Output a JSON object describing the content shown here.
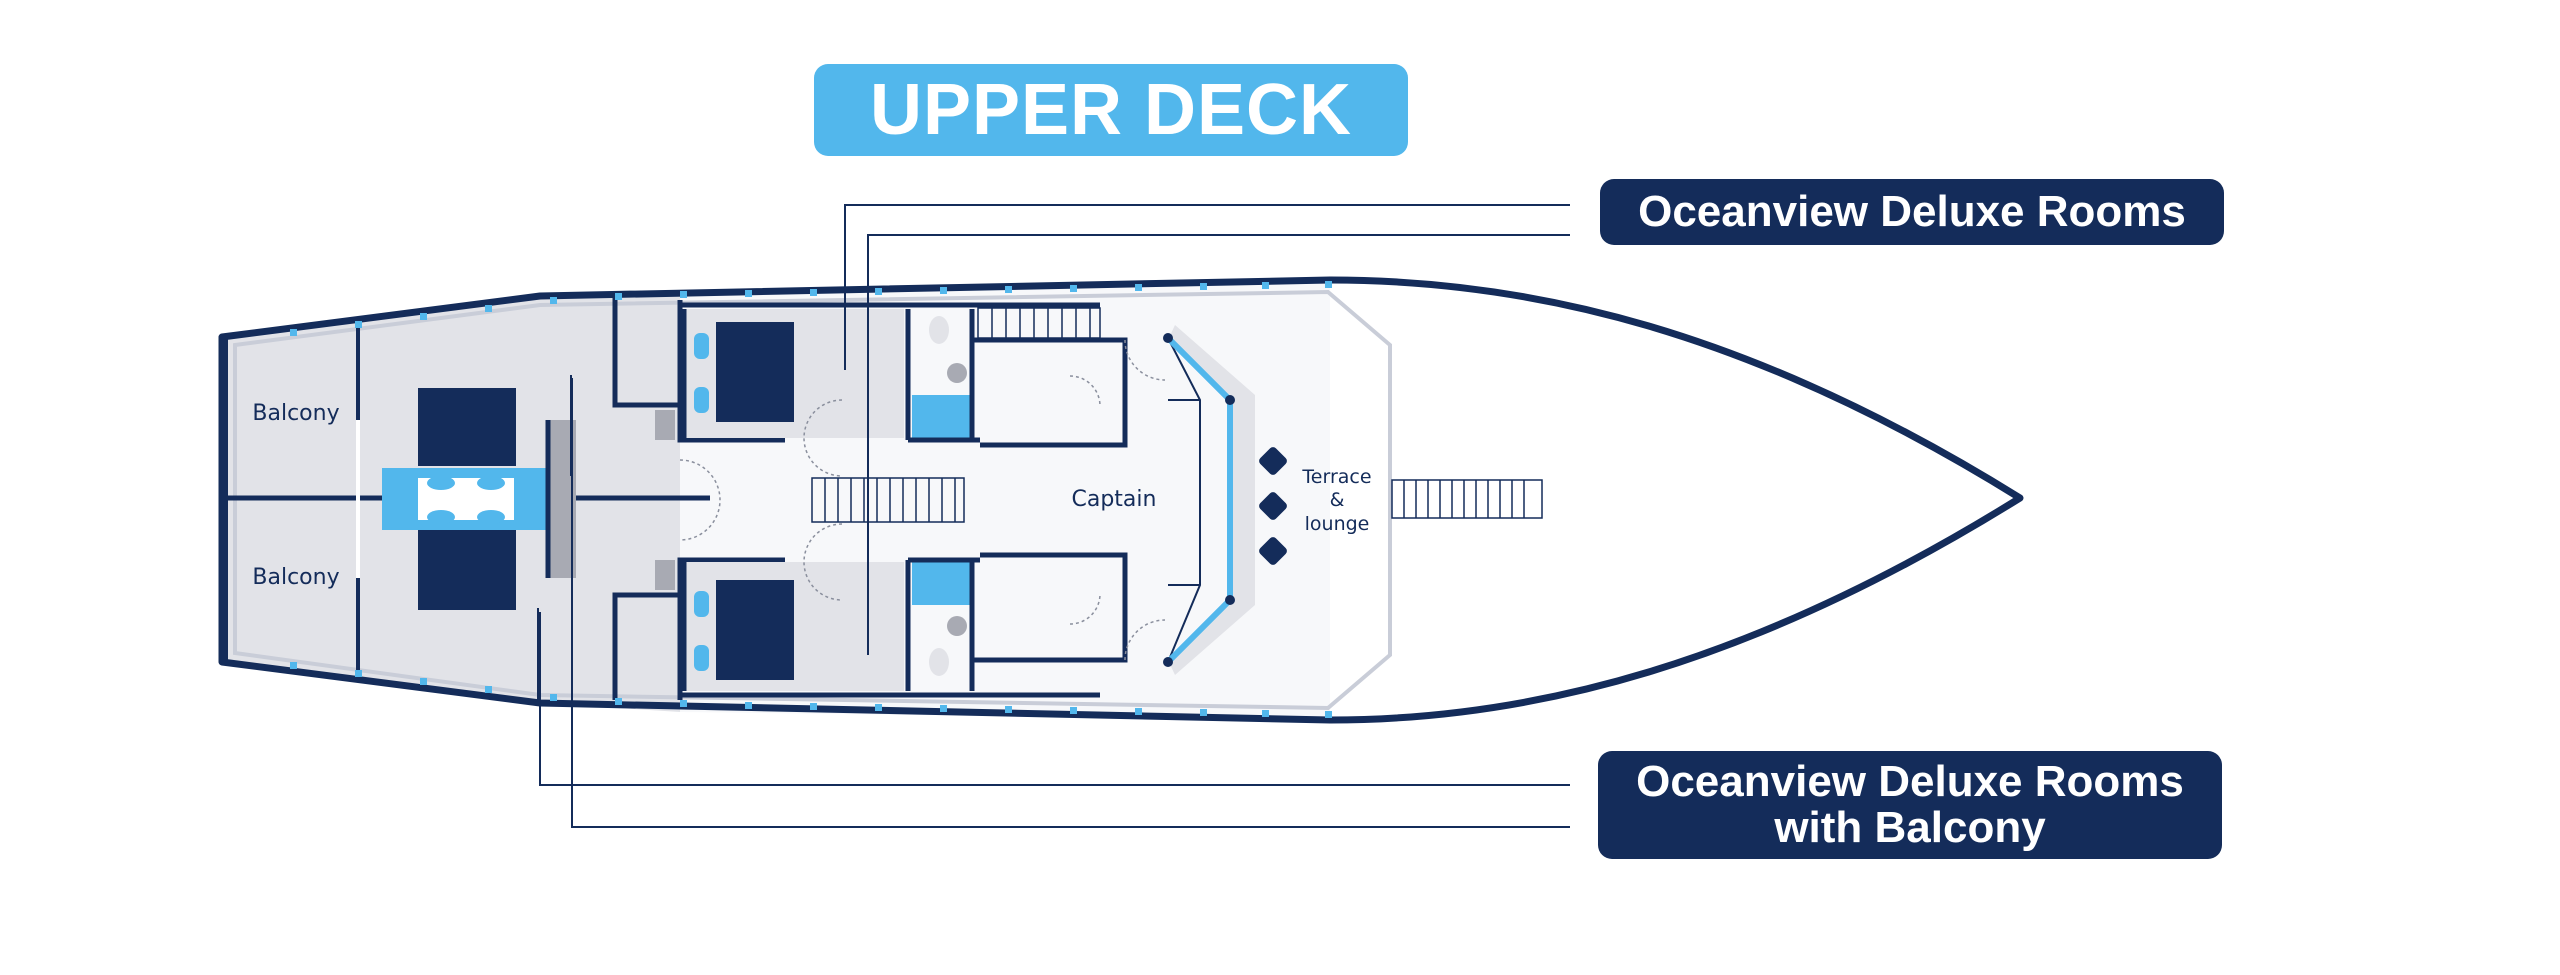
{
  "title": "UPPER DECK",
  "labels": {
    "oceanview_deluxe": "Oceanview Deluxe Rooms",
    "oceanview_balcony_line1": "Oceanview Deluxe Rooms",
    "oceanview_balcony_line2": "with Balcony"
  },
  "areas": {
    "balcony_top": "Balcony",
    "balcony_bottom": "Balcony",
    "captain": "Captain",
    "terrace_line1": "Terrace",
    "terrace_line2": "&",
    "terrace_line3": "lounge"
  },
  "colors": {
    "navy": "#142c5a",
    "sky": "#52b7ec",
    "floor_gray": "#e2e3e8",
    "outline_gray": "#c9cdd8"
  }
}
